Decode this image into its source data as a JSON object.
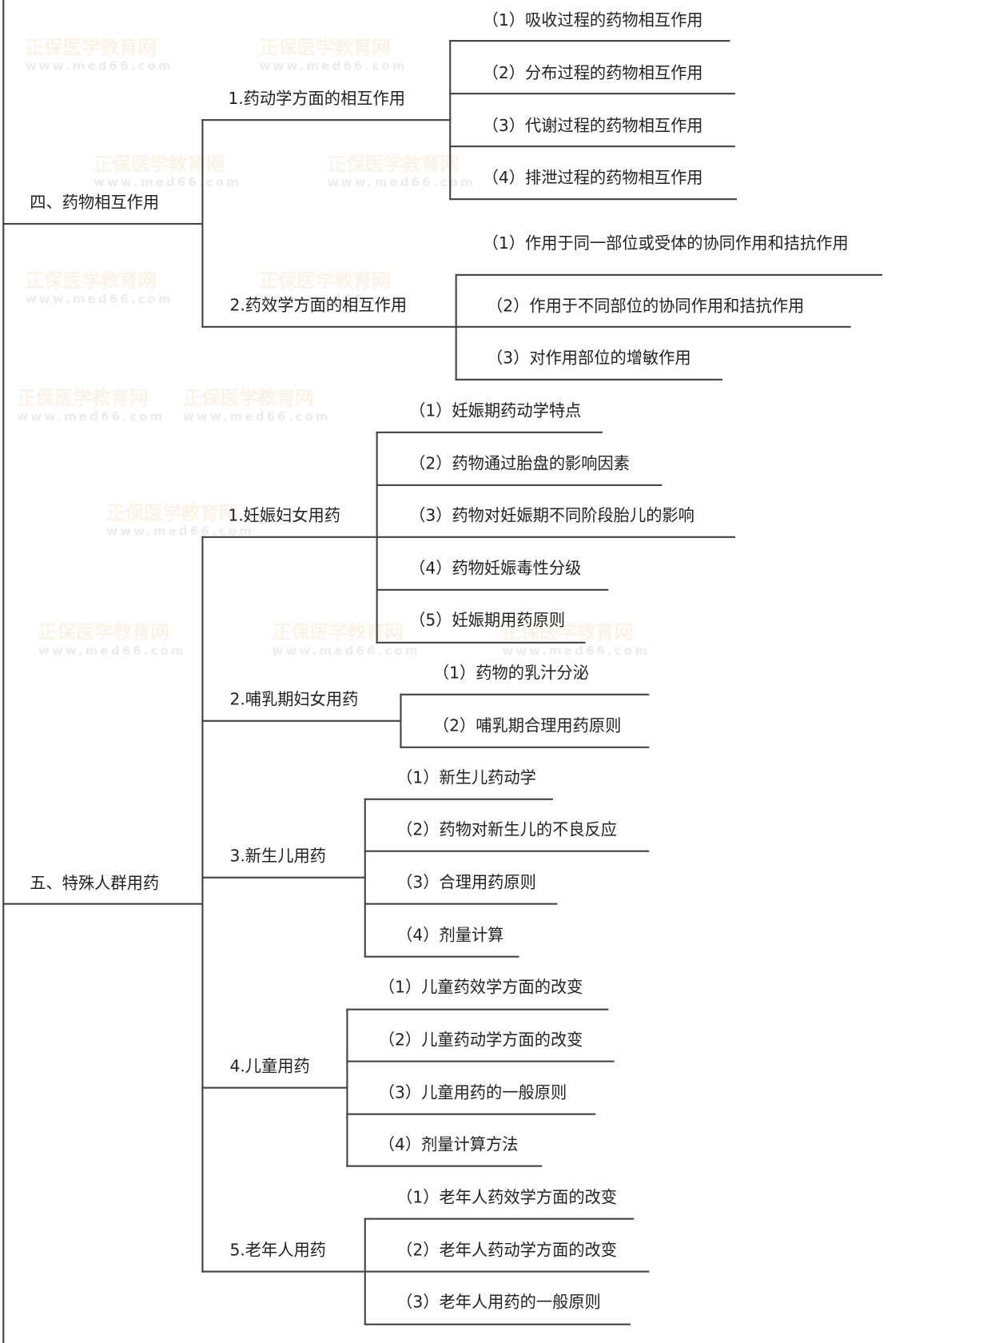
{
  "watermark": {
    "brand": "正保医学教育网",
    "url": "www.med66.com"
  },
  "sections": [
    {
      "title": "四、药物相互作用",
      "branches": [
        {
          "title": "1.药动学方面的相互作用",
          "items": [
            "（1）吸收过程的药物相互作用",
            "（2）分布过程的药物相互作用",
            "（3）代谢过程的药物相互作用",
            "（4）排泄过程的药物相互作用"
          ]
        },
        {
          "title": "2.药效学方面的相互作用",
          "items": [
            "（1）作用于同一部位或受体的协同作用和拮抗作用",
            "（2）作用于不同部位的协同作用和拮抗作用",
            "（3）对作用部位的增敏作用"
          ]
        }
      ]
    },
    {
      "title": "五、特殊人群用药",
      "branches": [
        {
          "title": "1.妊娠妇女用药",
          "items": [
            "（1）妊娠期药动学特点",
            "（2）药物通过胎盘的影响因素",
            "（3）药物对妊娠期不同阶段胎儿的影响",
            "（4）药物妊娠毒性分级",
            "（5）妊娠期用药原则"
          ]
        },
        {
          "title": "2.哺乳期妇女用药",
          "items": [
            "（1）药物的乳汁分泌",
            "（2）哺乳期合理用药原则"
          ]
        },
        {
          "title": "3.新生儿用药",
          "items": [
            "（1）新生儿药动学",
            "（2）药物对新生儿的不良反应",
            "（3）合理用药原则",
            "（4）剂量计算"
          ]
        },
        {
          "title": "4.儿童用药",
          "items": [
            "（1）儿童药效学方面的改变",
            "（2）儿童药动学方面的改变",
            "（3）儿童用药的一般原则",
            "（4）剂量计算方法"
          ]
        },
        {
          "title": "5.老年人用药",
          "items": [
            "（1）老年人药效学方面的改变",
            "（2）老年人药动学方面的改变",
            "（3）老年人用药的一般原则"
          ]
        }
      ]
    }
  ]
}
